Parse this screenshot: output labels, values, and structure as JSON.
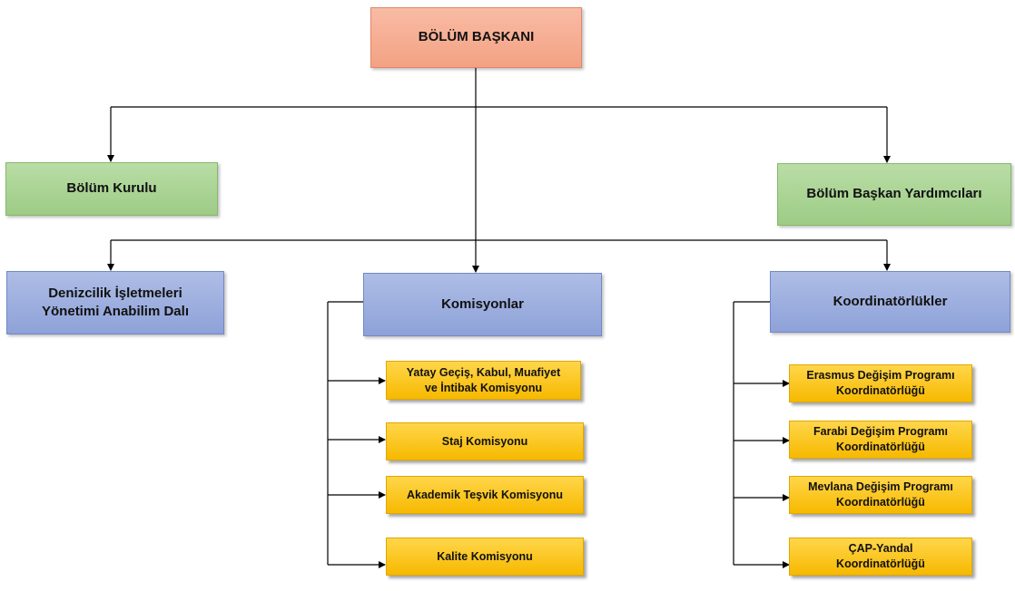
{
  "root": {
    "label": "BÖLÜM BAŞKANI"
  },
  "level1": {
    "board": "Bölüm Kurulu",
    "deputies": "Bölüm Başkan Yardımcıları"
  },
  "level2": {
    "department": "Denizcilik İşletmeleri\nYönetimi Anabilim Dalı",
    "commissions": "Komisyonlar",
    "coordinations": "Koordinatörlükler"
  },
  "commissions": [
    "Yatay Geçiş, Kabul, Muafiyet\nve İntibak Komisyonu",
    "Staj Komisyonu",
    "Akademik Teşvik Komisyonu",
    "Kalite Komisyonu"
  ],
  "coordinations": [
    "Erasmus Değişim Programı\nKoordinatörlüğü",
    "Farabi Değişim Programı\nKoordinatörlüğü",
    "Mevlana Değişim Programı\nKoordinatörlüğü",
    "ÇAP-Yandal\nKoordinatörlüğü"
  ]
}
